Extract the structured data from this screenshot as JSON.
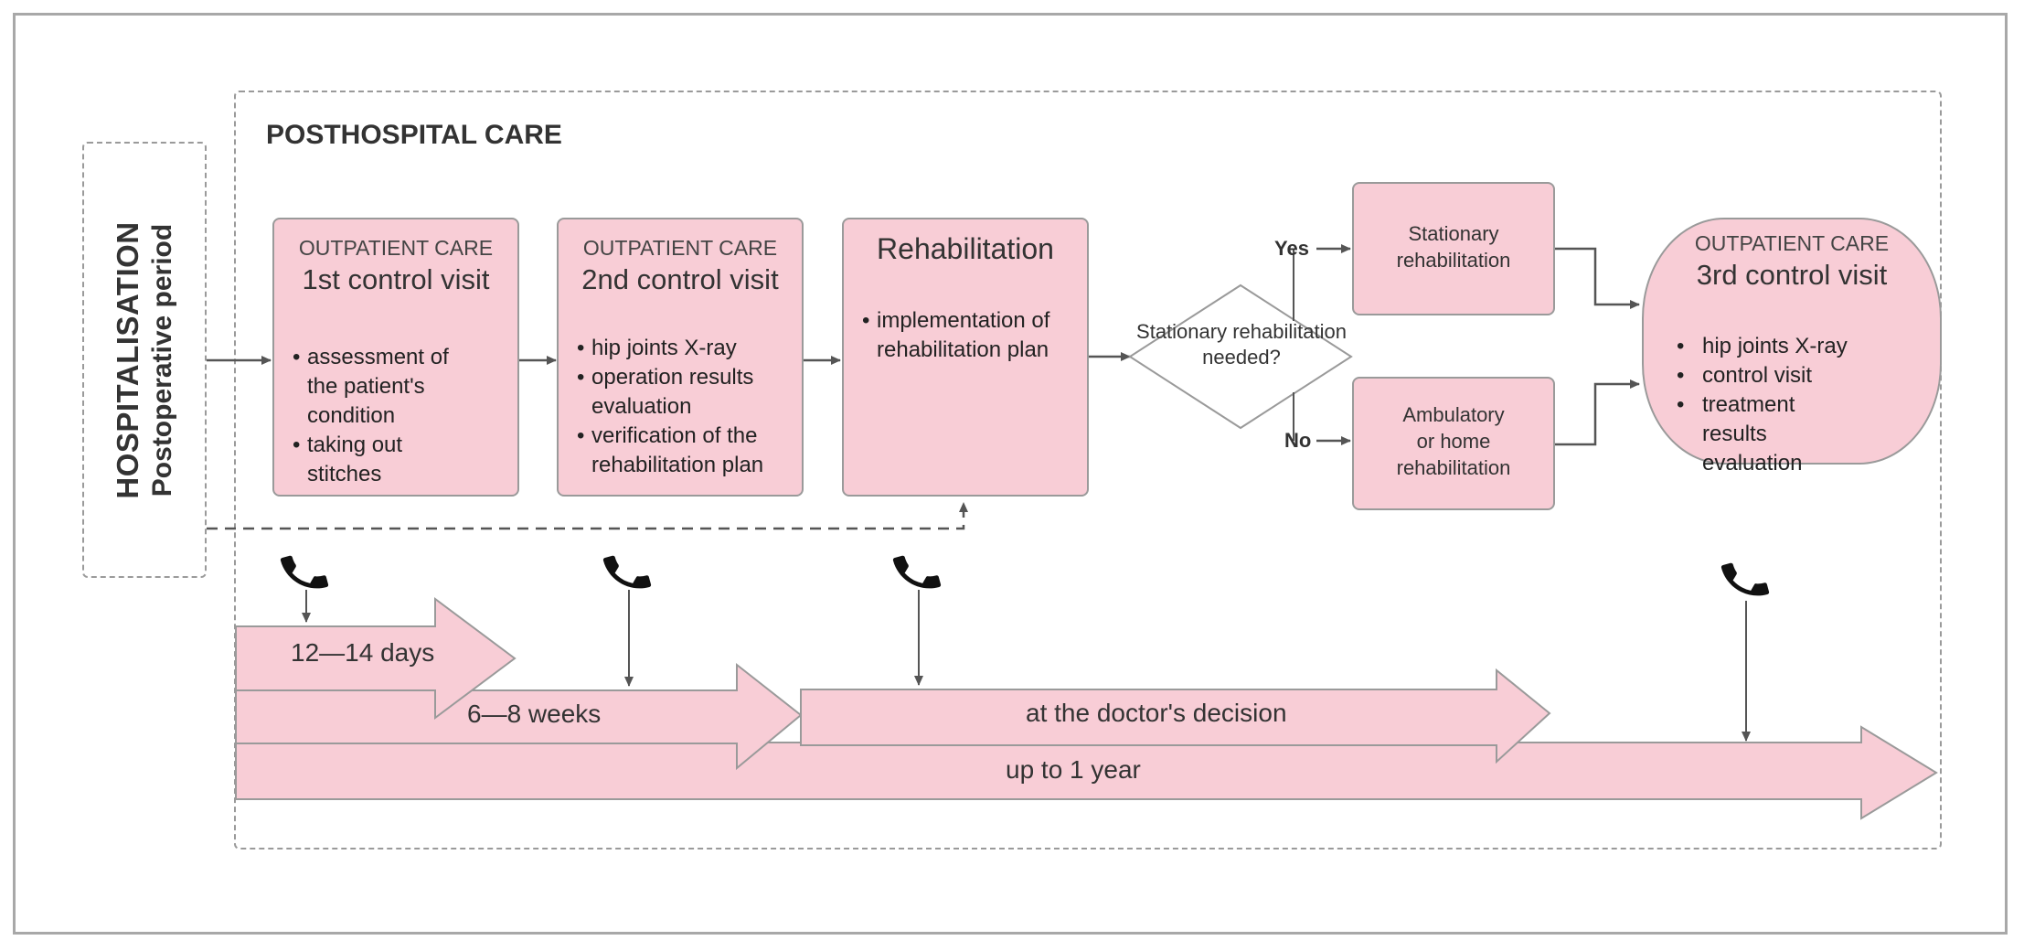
{
  "hospitalisation": {
    "title": "HOSPITALISATION",
    "subtitle": "Postoperative period"
  },
  "posthospital": {
    "title": "POSTHOSPITAL CARE"
  },
  "visit1": {
    "kicker": "OUTPATIENT CARE",
    "title": "1st control visit",
    "items": [
      "assessment of the patient's condition",
      "taking out stitches"
    ]
  },
  "visit2": {
    "kicker": "OUTPATIENT CARE",
    "title": "2nd control visit",
    "items": [
      "hip joints X-ray",
      "operation results evaluation",
      "verification of the rehabilitation plan"
    ]
  },
  "rehab": {
    "title": "Rehabilitation",
    "items": [
      "implementation of rehabilitation plan"
    ]
  },
  "decision": {
    "text": "Stationary rehabilitation needed?",
    "yes": "Yes",
    "no": "No"
  },
  "stationary": {
    "text": "Stationary rehabilitation"
  },
  "ambulatory": {
    "text": "Ambulatory or home rehabilitation"
  },
  "visit3": {
    "kicker": "OUTPATIENT CARE",
    "title": "3rd control visit",
    "items": [
      "hip joints X-ray",
      "control visit",
      "treatment results evaluation"
    ]
  },
  "timeline": {
    "t1": "12—14 days",
    "t2": "6—8 weeks",
    "t3": "at the doctor's decision",
    "t4": "up to 1 year"
  },
  "colors": {
    "box_fill": "#f8cdd6",
    "border": "#9a9a9a",
    "arrow": "#555555"
  },
  "icons": [
    "phone-icon"
  ]
}
